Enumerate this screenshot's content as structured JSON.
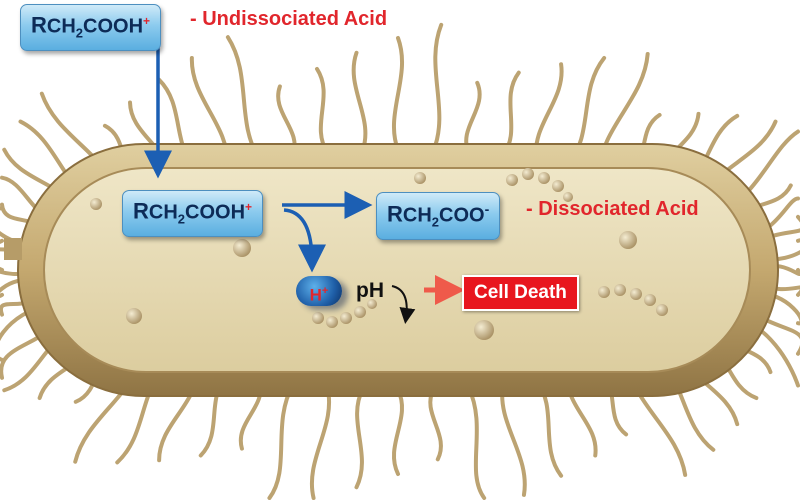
{
  "undissociated": {
    "formula": {
      "r": "R",
      "ch": "CH",
      "sub": "2",
      "cooh": "COOH",
      "sup": "+"
    },
    "label": "- Undissociated Acid"
  },
  "inside_acid": {
    "r": "R",
    "ch": "CH",
    "sub": "2",
    "cooh": "COOH",
    "sup": "+"
  },
  "dissociated": {
    "formula": {
      "r": "R",
      "ch": "CH",
      "sub": "2",
      "coo": "COO",
      "sup": "-"
    },
    "label": "- Dissociated Acid"
  },
  "proton": {
    "h": "H",
    "sup": "+"
  },
  "ph_label": "pH",
  "cell_death": "Cell Death",
  "colors": {
    "body_fill": "#c9b07c",
    "body_inner": "#e7dcb8",
    "flagella": "#bca372",
    "accent_red": "#e1262c",
    "arrow_blue": "#1c5fb3"
  }
}
